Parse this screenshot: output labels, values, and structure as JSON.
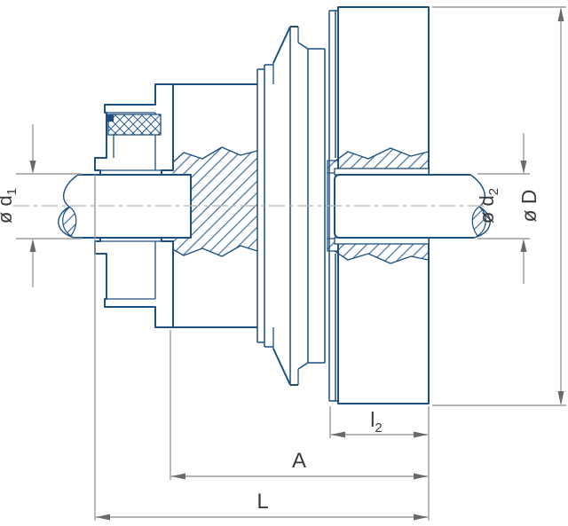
{
  "title": "Flange shaft coupling sectional drawing",
  "dims": {
    "d1_base": "ø d",
    "d1_sub": "1",
    "d2_base": "ø d",
    "d2_sub": "2",
    "D_label": "ø D",
    "l2_base": "l",
    "l2_sub": "2",
    "A_label": "A",
    "L_label": "L"
  },
  "colors": {
    "outline_blue": "#1d4f80",
    "hatch_blue": "#4a77a7",
    "crosshatch_blue": "#2e5e90",
    "dimension_gray": "#9b9b9b",
    "arrow_gray": "#6a6a6a",
    "label_gray": "#3a3a3a",
    "background": "#ffffff",
    "centerline_gray": "#b3b3b3"
  }
}
